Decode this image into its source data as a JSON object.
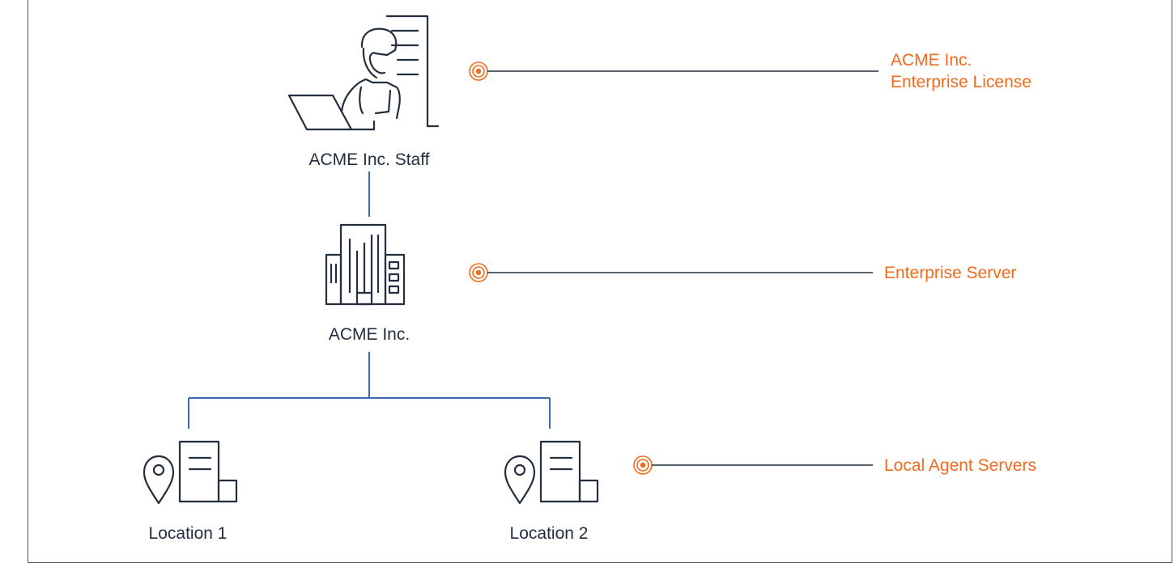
{
  "nodes": {
    "staff": {
      "label": "ACME Inc. Staff",
      "icon": "person-laptop-document-icon"
    },
    "company": {
      "label": "ACME Inc.",
      "icon": "office-building-icon"
    },
    "location1": {
      "label": "Location 1",
      "icon": "location-server-icon"
    },
    "location2": {
      "label": "Location 2",
      "icon": "location-server-icon"
    }
  },
  "callouts": {
    "license": {
      "line1": "ACME Inc.",
      "line2": "Enterprise License"
    },
    "enterprise_server": {
      "label": "Enterprise Server"
    },
    "local_agents": {
      "label": "Local Agent Servers"
    }
  },
  "colors": {
    "icon_stroke": "#232f3e",
    "connector": "#3b6ab0",
    "accent": "#f26a1b",
    "leader_line": "#232f3e"
  }
}
